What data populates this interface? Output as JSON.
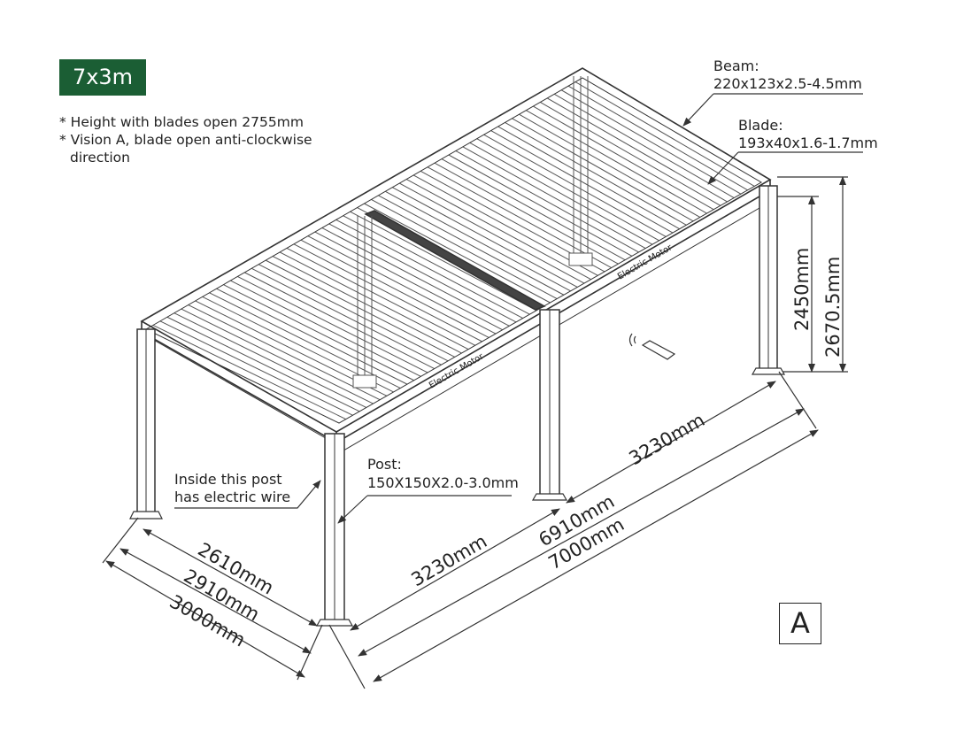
{
  "model_badge": "7x3m",
  "notes": [
    "* Height with blades open 2755mm",
    "* Vision A, blade open anti-clockwise",
    "direction"
  ],
  "callouts": {
    "beam_title": "Beam:",
    "beam_spec": "220x123x2.5-4.5mm",
    "blade_title": "Blade:",
    "blade_spec": "193x40x1.6-1.7mm",
    "post_title": "Post:",
    "post_spec": "150X150X2.0-3.0mm",
    "wire_line1": "Inside this post",
    "wire_line2": "has electric wire",
    "motor_left": "Electric Motor",
    "motor_right": "Electric Motor"
  },
  "dimensions": {
    "depth_inner": "2610mm",
    "depth_mid": "2910mm",
    "depth_outer": "3000mm",
    "span_front": "3230mm",
    "span_back": "3230mm",
    "length_mid": "6910mm",
    "length_outer": "7000mm",
    "height_clear": "2450mm",
    "height_total": "2670.5mm"
  },
  "version_label": "A",
  "colors": {
    "badge_bg": "#1b5e34",
    "line": "#333333"
  }
}
